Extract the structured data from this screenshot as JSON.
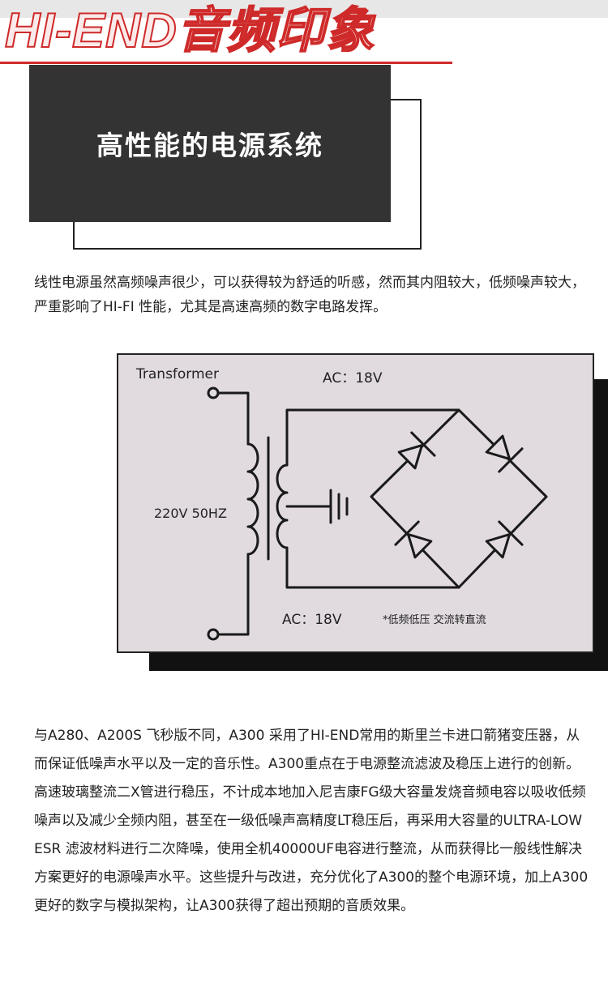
{
  "header": {
    "brand": "HI-END音频印象",
    "section_title": "高性能的电源系统"
  },
  "intro": {
    "text": "线性电源虽然高频噪声很少，可以获得较为舒适的听感，然而其内阻较大，低频噪声较大，严重影响了HI-FI 性能，尤其是高速高频的数字电路发挥。"
  },
  "diagram": {
    "transformer_label": "Transformer",
    "ac_top_label": "AC：18V",
    "input_label": "220V  50HZ",
    "ac_bottom_label": "AC：18V",
    "note": "*低频低压 交流转直流"
  },
  "body": {
    "text": "与A280、A200S 飞秒版不同，A300 采用了HI-END常用的斯里兰卡进口箭猪变压器，从而保证低噪声水平以及一定的音乐性。A300重点在于电源整流滤波及稳压上进行的创新。高速玻璃整流二X管进行稳压，不计成本地加入尼吉康FG级大容量发烧音频电容以吸收低频噪声以及减少全频内阻，甚至在一级低噪声高精度LT稳压后，再采用大容量的ULTRA-LOW ESR 滤波材料进行二次降噪，使用全机40000UF电容进行整流，从而获得比一般线性解决方案更好的电源噪声水平。这些提升与改进，充分优化了A300的整个电源环境，加上A300更好的数字与模拟架构，让A300获得了超出预期的音质效果。"
  }
}
